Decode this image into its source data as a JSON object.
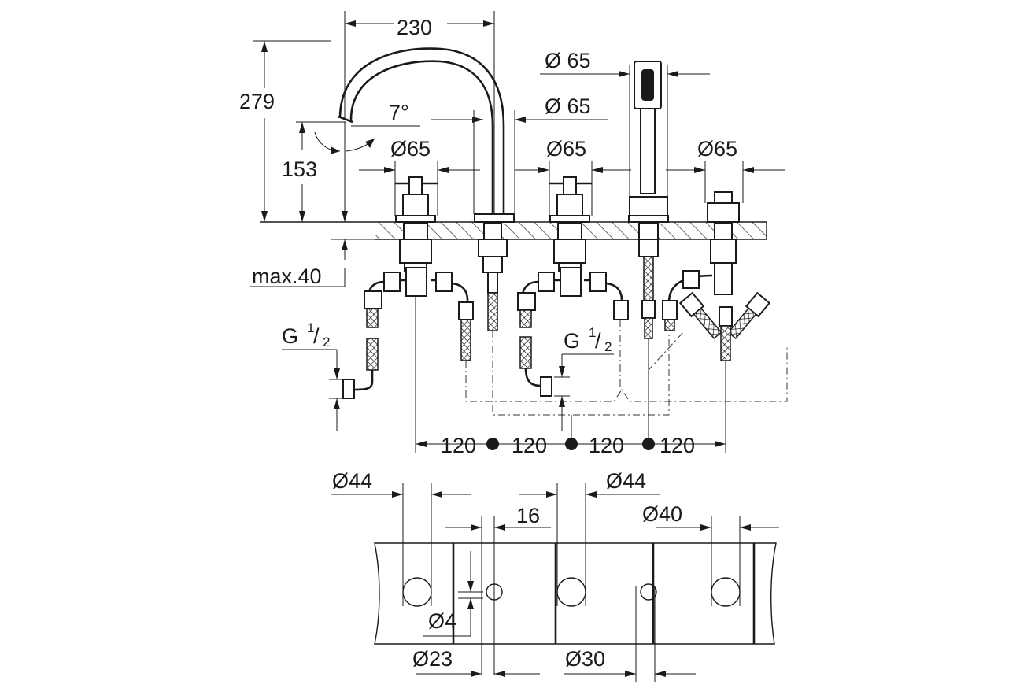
{
  "dimensions": {
    "top_width": "230",
    "total_height": "279",
    "spout_height": "153",
    "angle": "7°",
    "diam_handshower": "Ø 65",
    "diam_spout": "Ø 65",
    "diam_left_valve": "Ø65",
    "diam_right_valve": "Ø65",
    "diam_diverter": "Ø65",
    "max_thickness": "max.40",
    "thread_left": "G",
    "thread_left_frac_num": "1",
    "thread_left_frac_den": "2",
    "thread_right": "G",
    "thread_right_frac_num": "1",
    "thread_right_frac_den": "2",
    "spacing": [
      "120",
      "120",
      "120",
      "120"
    ],
    "hole_left": "Ø44",
    "hole_mid": "Ø44",
    "hole_right": "Ø40",
    "offset_16": "16",
    "slot_4": "Ø4",
    "bore_23": "Ø23",
    "bore_30": "Ø30"
  }
}
